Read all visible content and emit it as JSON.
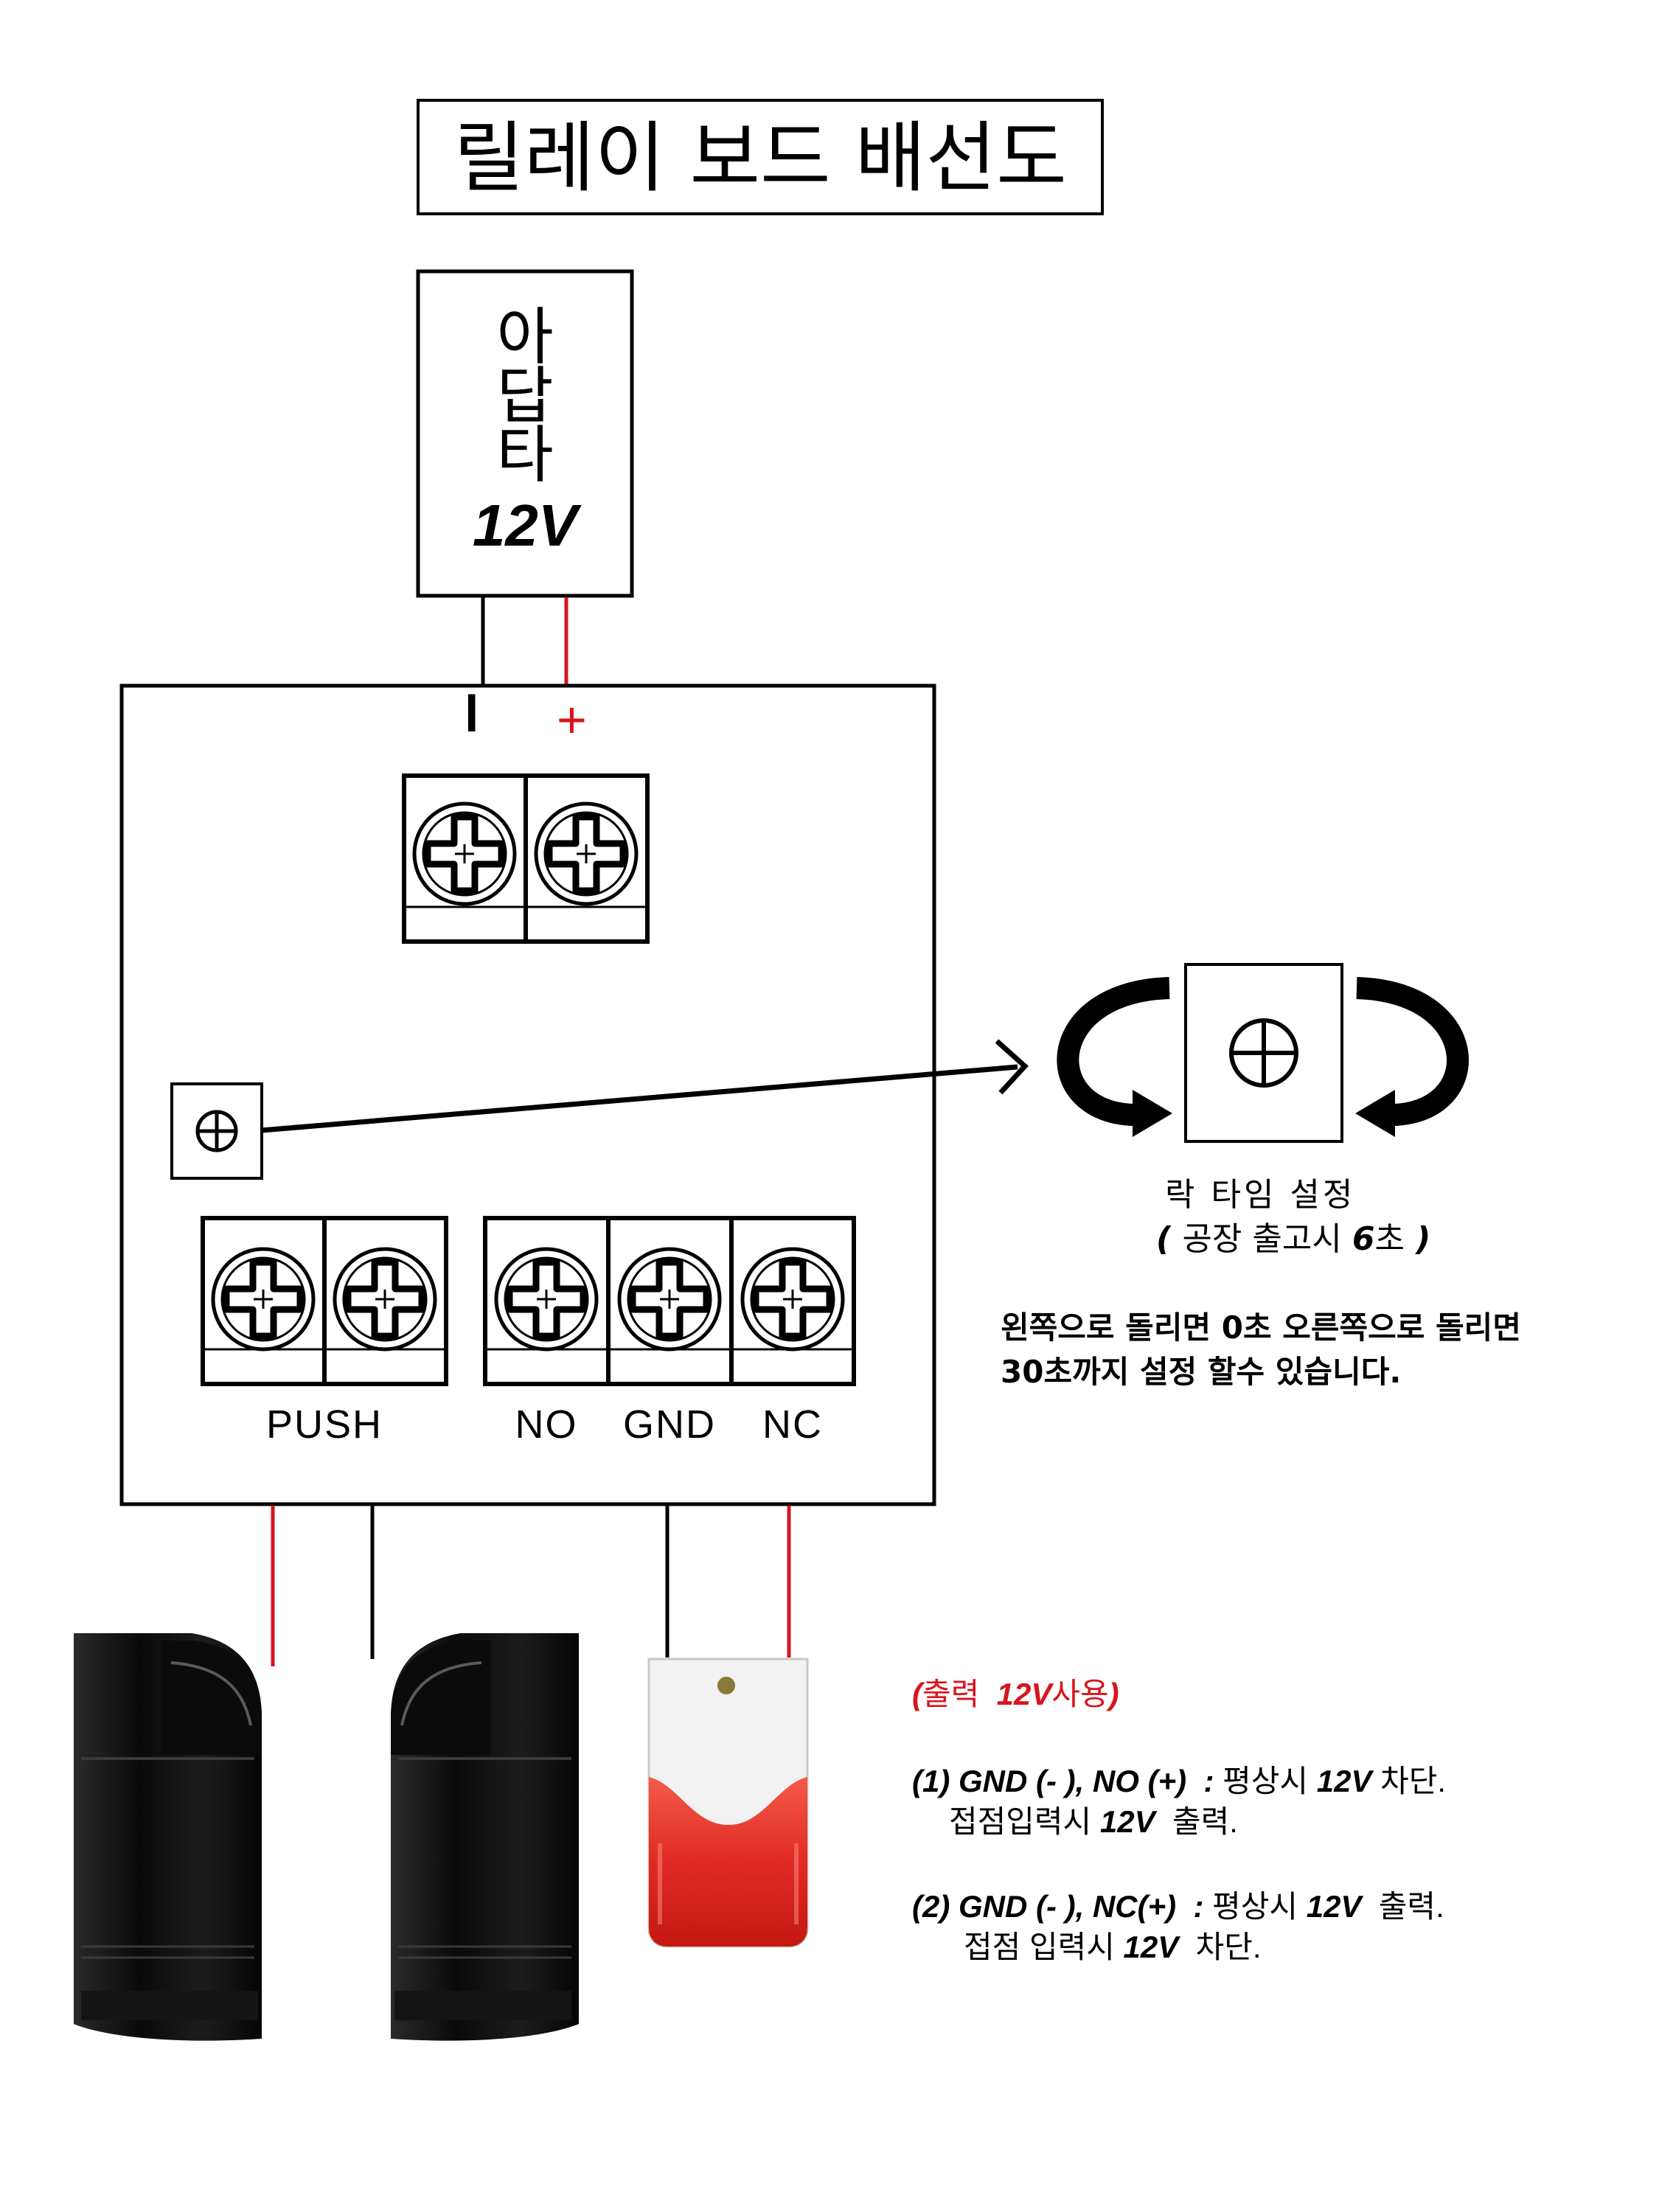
{
  "title": "릴레이 보드 배선도",
  "adapter": {
    "line1": "아",
    "line2": "답",
    "line3": "타",
    "voltage": "12V"
  },
  "poles": {
    "minus": "l",
    "plus": "+"
  },
  "terminals": {
    "push": "PUSH",
    "no": "NO",
    "gnd": "GND",
    "nc": "NC"
  },
  "lock": {
    "label": "락 타임 설정",
    "note_open": "( ",
    "note_text": "공장 출고시 ",
    "note_num": "6",
    "note_unit": "초",
    "note_close": " )"
  },
  "instruction": {
    "line1": "왼쪽으로 돌리면 0초 오른쪽으로 돌리면",
    "line2": "30초까지 설정 할수 있습니다."
  },
  "output": {
    "header_open": "(",
    "header_text": "출력  ",
    "header_volt": "12V",
    "header_use": "사용",
    "header_close": ")",
    "case1_label": "(1) GND (- ), NO (+)  : ",
    "case1_text": "평상시 ",
    "case1_volt": "12V",
    "case1_end": " 차단.",
    "case1_sub_text": "접점입력시 ",
    "case1_sub_volt": "12V",
    "case1_sub_end": "  출력.",
    "case2_label": "(2) GND (- ), NC(+)  : ",
    "case2_text": "평상시 ",
    "case2_volt": "12V",
    "case2_end": "  출력.",
    "case2_sub_text": "접점 입력시 ",
    "case2_sub_volt": "12V",
    "case2_sub_end": "  차단."
  },
  "colors": {
    "red": "#d9141e",
    "black": "#000000",
    "siren_red": "#e02a24"
  }
}
